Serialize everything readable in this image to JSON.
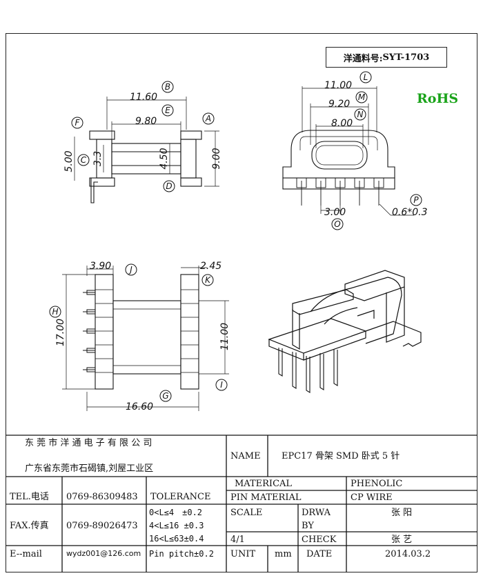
{
  "part_number": {
    "label": "洋通料号:",
    "value": "SYT-1703"
  },
  "rohs": "RoHS",
  "dimensions": {
    "top_width": "11.60",
    "top_inner": "9.80",
    "top_left": "5.00",
    "top_small": "3.3",
    "top_mid": "4.50",
    "top_height": "9.00",
    "front_width": "11.00",
    "front_mid": "9.20",
    "front_inner": "8.00",
    "pitch": "3.00",
    "pin": "0.6*0.3",
    "side_flange": "3.90",
    "side_right": "2.45",
    "side_height": "17.00",
    "side_core": "11.00",
    "side_length": "16.60"
  },
  "labels": [
    "A",
    "B",
    "C",
    "D",
    "E",
    "F",
    "H",
    "I",
    "J",
    "K",
    "L",
    "M",
    "N",
    "O",
    "P",
    "G"
  ],
  "title_block": {
    "company": "东 莞 市 洋 通 电 子 有 限 公 司",
    "address": "广东省东莞市石碣镇,刘屋工业区",
    "name_label": "NAME",
    "name_value": "EPC17 骨架 SMD 卧式 5 针",
    "tel_label": "TEL.电话",
    "tel_value": "0769-86309483",
    "fax_label": "FAX.传真",
    "fax_value": "0769-89026473",
    "email_label": "E--mail",
    "email_value": "wydz001@126.com",
    "tolerance_label": "TOLERANCE",
    "tol_1": "0<L≤4　±0.2",
    "tol_2": "4<L≤16 ±0.3",
    "tol_3": "16<L≤63±0.4",
    "tol_4": "Pin pitch±0.2",
    "material_label": "MATERICAL",
    "material_value": "PHENOLIC",
    "pin_label": "PIN MATERIAL",
    "pin_value": "CP WIRE",
    "scale_label": "SCALE",
    "scale_value": "4/1",
    "drawn_label_1": "DRWA",
    "drawn_label_2": "BY",
    "drawn_value": "张 阳",
    "check_label": "CHECK",
    "check_value": "张 艺",
    "unit_label": "UNIT",
    "unit_value": "mm",
    "date_label": "DATE",
    "date_value": "2014.03.2"
  }
}
